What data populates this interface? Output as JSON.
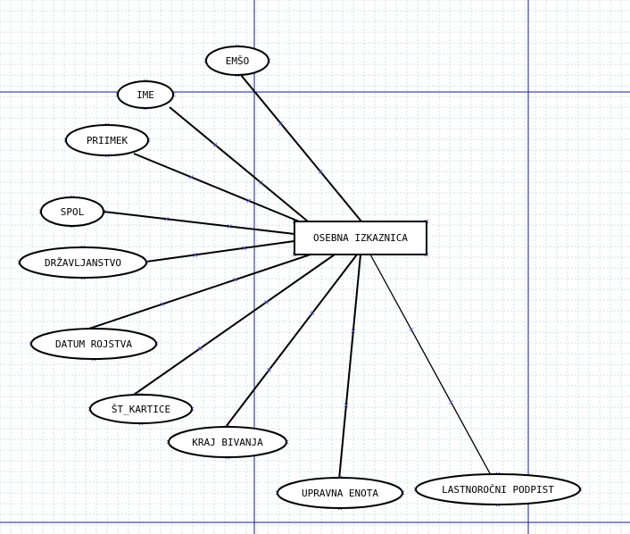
{
  "diagram": {
    "entity": {
      "id": "osebna-izkaznica",
      "label": "OSEBNA IZKAZNICA"
    },
    "attributes": [
      {
        "id": "emso",
        "label": "EMŠO"
      },
      {
        "id": "ime",
        "label": "IME"
      },
      {
        "id": "priimek",
        "label": "PRIIMEK"
      },
      {
        "id": "spol",
        "label": "SPOL"
      },
      {
        "id": "drzavljanstvo",
        "label": "DRŽAVLJANSTVO"
      },
      {
        "id": "datum-rojstva",
        "label": "DATUM ROJSTVA"
      },
      {
        "id": "st-kartice",
        "label": "ŠT_KARTICE"
      },
      {
        "id": "kraj-bivanja",
        "label": "KRAJ BIVANJA"
      },
      {
        "id": "upravna-enota",
        "label": "UPRAVNA ENOTA"
      },
      {
        "id": "lastnorocni-podpis",
        "label": "LASTNOROČNI PODPIST"
      }
    ]
  },
  "colors": {
    "background": "#ffffff",
    "minor_grid": "#cfe3ea",
    "page_break": "#1a1a8c",
    "stroke": "#000000",
    "connection_marker": "#4a4ab8"
  }
}
